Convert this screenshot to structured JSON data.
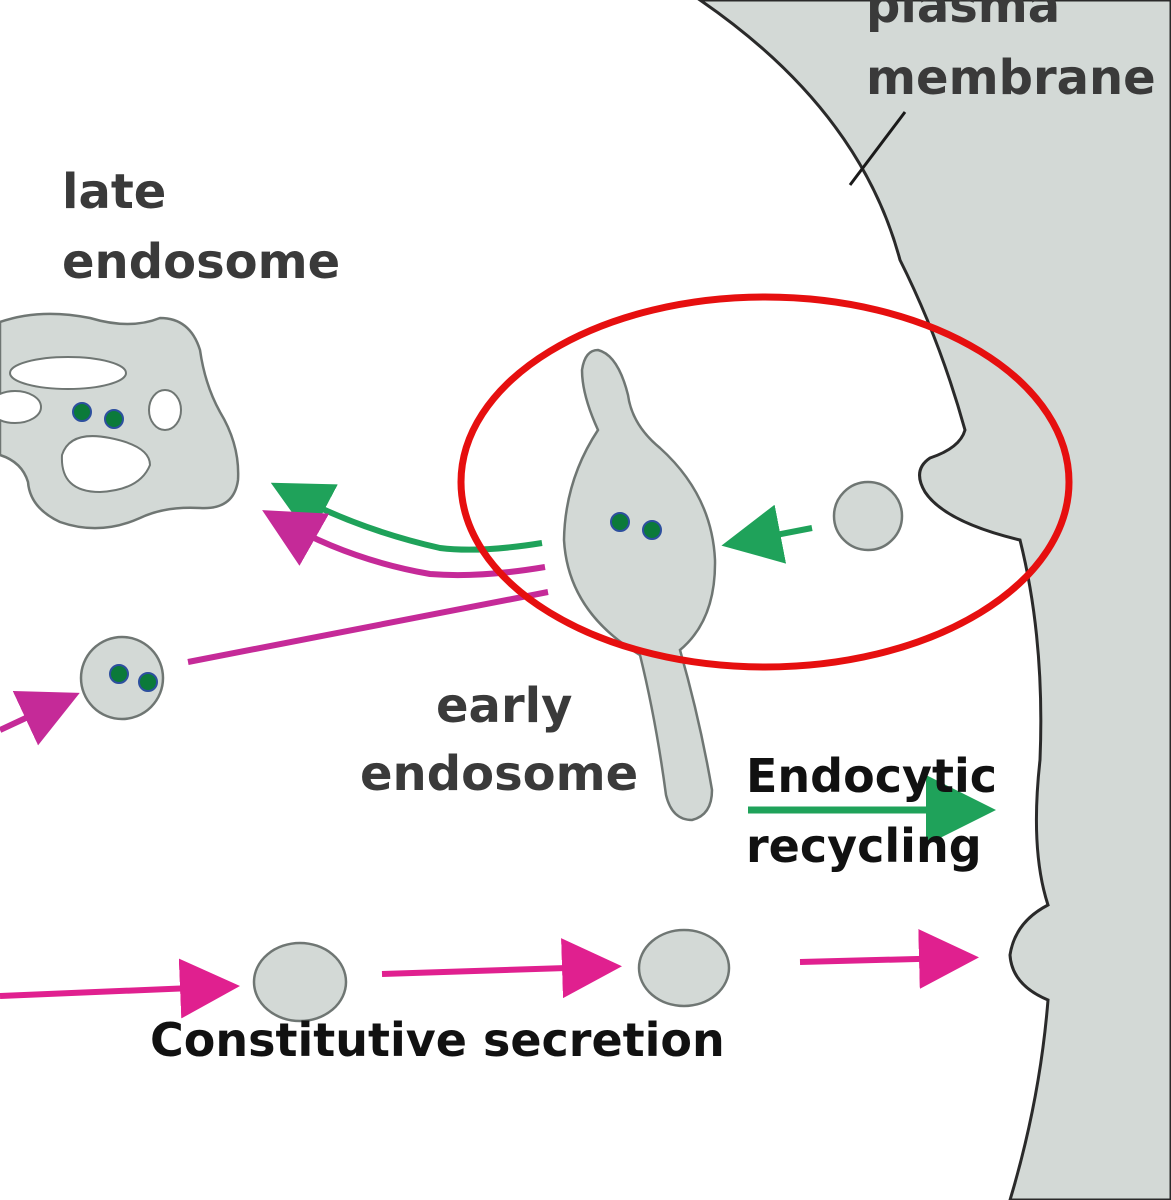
{
  "labels": {
    "plasma_membrane_line1": "plasma",
    "plasma_membrane_line2": "membrane",
    "late_endosome_line1": "late",
    "late_endosome_line2": "endosome",
    "early_endosome_line1": "early",
    "early_endosome_line2": "endosome",
    "endocytic_recycling_line1": "Endocytic",
    "endocytic_recycling_line2": "recycling",
    "constitutive_secretion": "Constitutive secretion"
  },
  "colors": {
    "organelle_fill": "#d3d9d6",
    "organelle_stroke": "#6f7673",
    "endocytic_arrow": "#1fa25a",
    "secretion_arrow": "#e0208f",
    "pathway_arrow_magenta": "#c52a98",
    "cargo_dot": "#0b7a3a",
    "highlight_ellipse": "#e60f0f"
  }
}
